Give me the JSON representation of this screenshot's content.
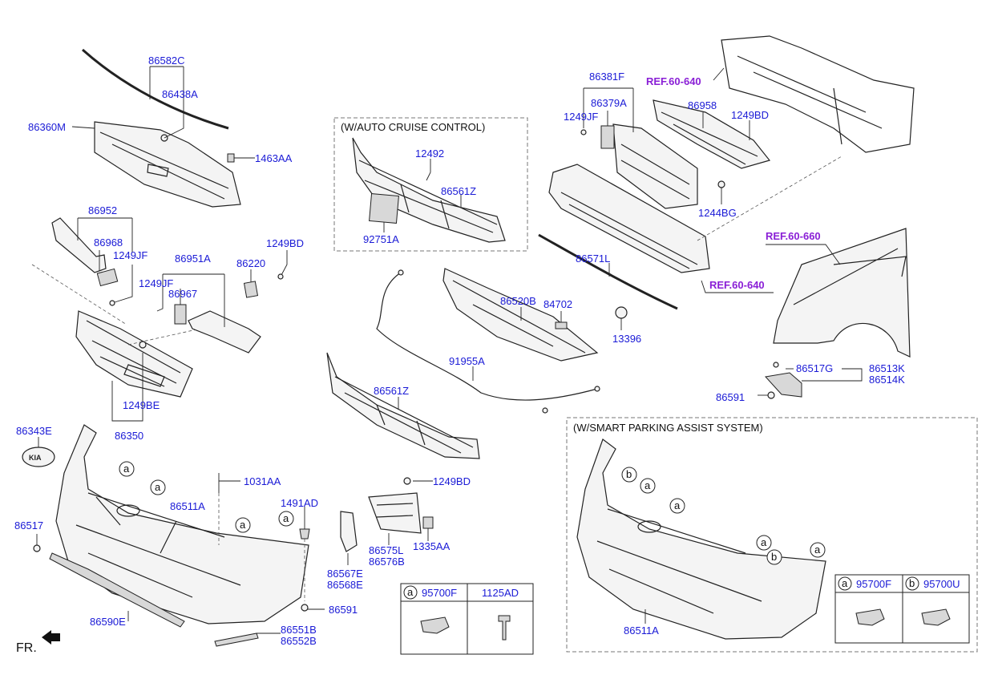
{
  "labels": {
    "p86582C": "86582C",
    "p86438A": "86438A",
    "p86360M": "86360M",
    "p1463AA": "1463AA",
    "p86952": "86952",
    "p86968": "86968",
    "p1249JF_a": "1249JF",
    "p86951A": "86951A",
    "p86220": "86220",
    "p1249BD_a": "1249BD",
    "p1249JF_b": "1249JF",
    "p86967": "86967",
    "p1249BE": "1249BE",
    "p86350": "86350",
    "p86343E": "86343E",
    "p86511A_a": "86511A",
    "p1031AA": "1031AA",
    "p1491AD": "1491AD",
    "p86517": "86517",
    "p86590E": "86590E",
    "p86591_a": "86591",
    "p86551B": "86551B",
    "p86552B": "86552B",
    "p12492": "12492",
    "p86561Z_a": "86561Z",
    "p92751A": "92751A",
    "p86381F": "86381F",
    "p86379A": "86379A",
    "p1249JF_c": "1249JF",
    "p86958": "86958",
    "p1249BD_b": "1249BD",
    "p1244BG": "1244BG",
    "p86571L": "86571L",
    "p86520B": "86520B",
    "p84702": "84702",
    "p13396": "13396",
    "p91955A": "91955A",
    "p86561Z_b": "86561Z",
    "p1249BD_c": "1249BD",
    "p86575L": "86575L",
    "p86576B": "86576B",
    "p1335AA": "1335AA",
    "p86567E": "86567E",
    "p86568E": "86568E",
    "p86517G": "86517G",
    "p86513K": "86513K",
    "p86514K": "86514K",
    "p86591_b": "86591",
    "p86511A_b": "86511A",
    "ref_60_640_a": "REF.60-640",
    "ref_60_640_b": "REF.60-640",
    "ref_60_660": "REF.60-660",
    "fr": "FR."
  },
  "boxes": {
    "auto_cruise": "(W/AUTO CRUISE CONTROL)",
    "smart_parking": "(W/SMART PARKING ASSIST SYSTEM)"
  },
  "tables": {
    "left": {
      "col1_key": "a",
      "col1_part": "95700F",
      "col2_part": "1125AD"
    },
    "right": {
      "col1_key": "a",
      "col1_part": "95700F",
      "col2_key": "b",
      "col2_part": "95700U"
    }
  },
  "markers": {
    "a": "a",
    "b": "b"
  },
  "colors": {
    "part_number": "#1a1ad6",
    "reference": "#8a1fd6",
    "line": "#222222"
  }
}
